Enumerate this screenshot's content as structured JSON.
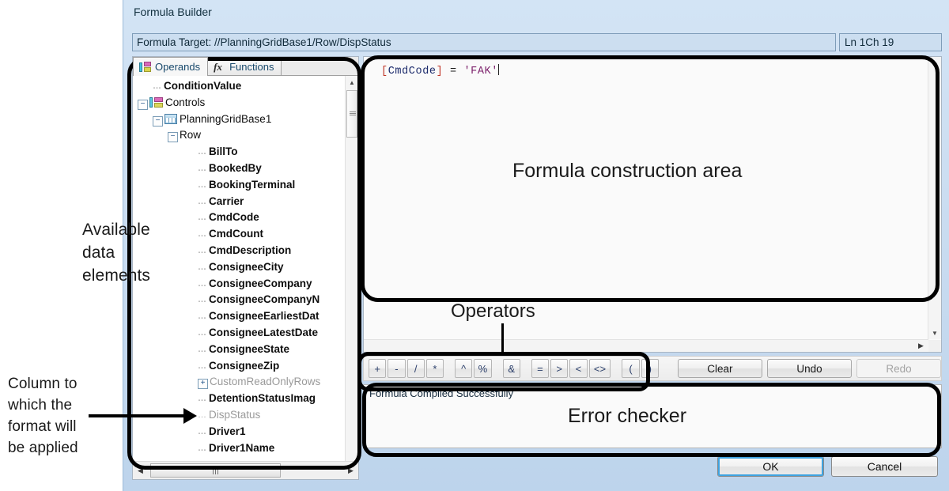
{
  "window": {
    "title": "Formula Builder",
    "target_label": "Formula Target: //PlanningGridBase1/Row/DispStatus",
    "ln_ch": "Ln 1Ch 19"
  },
  "tabs": [
    {
      "label": "Operands",
      "icon": "operands-icon",
      "active": true
    },
    {
      "label": "Functions",
      "icon": "fx-icon",
      "active": false
    }
  ],
  "tree": {
    "nodes": [
      {
        "label": "ConditionValue",
        "indent": 1,
        "style": "bold",
        "toggle": "none"
      },
      {
        "label": "Controls",
        "indent": 0,
        "style": "normal",
        "toggle": "minus",
        "icon": "controls-icon"
      },
      {
        "label": "PlanningGridBase1",
        "indent": 1,
        "style": "normal",
        "toggle": "minus",
        "icon": "grid-icon"
      },
      {
        "label": "Row",
        "indent": 2,
        "style": "normal",
        "toggle": "minus"
      },
      {
        "label": "BillTo",
        "indent": 4,
        "style": "bold",
        "toggle": "none"
      },
      {
        "label": "BookedBy",
        "indent": 4,
        "style": "bold",
        "toggle": "none"
      },
      {
        "label": "BookingTerminal",
        "indent": 4,
        "style": "bold",
        "toggle": "none"
      },
      {
        "label": "Carrier",
        "indent": 4,
        "style": "bold",
        "toggle": "none"
      },
      {
        "label": "CmdCode",
        "indent": 4,
        "style": "bold",
        "toggle": "none"
      },
      {
        "label": "CmdCount",
        "indent": 4,
        "style": "bold",
        "toggle": "none"
      },
      {
        "label": "CmdDescription",
        "indent": 4,
        "style": "bold",
        "toggle": "none"
      },
      {
        "label": "ConsigneeCity",
        "indent": 4,
        "style": "bold",
        "toggle": "none"
      },
      {
        "label": "ConsigneeCompany",
        "indent": 4,
        "style": "bold",
        "toggle": "none"
      },
      {
        "label": "ConsigneeCompanyN",
        "indent": 4,
        "style": "bold",
        "toggle": "none"
      },
      {
        "label": "ConsigneeEarliestDat",
        "indent": 4,
        "style": "bold",
        "toggle": "none"
      },
      {
        "label": "ConsigneeLatestDate",
        "indent": 4,
        "style": "bold",
        "toggle": "none"
      },
      {
        "label": "ConsigneeState",
        "indent": 4,
        "style": "bold",
        "toggle": "none"
      },
      {
        "label": "ConsigneeZip",
        "indent": 4,
        "style": "bold",
        "toggle": "none"
      },
      {
        "label": "CustomReadOnlyRows",
        "indent": 4,
        "style": "dim",
        "toggle": "plus"
      },
      {
        "label": "DetentionStatusImag",
        "indent": 4,
        "style": "bold",
        "toggle": "none"
      },
      {
        "label": "DispStatus",
        "indent": 4,
        "style": "dim",
        "toggle": "none"
      },
      {
        "label": "Driver1",
        "indent": 4,
        "style": "bold",
        "toggle": "none"
      },
      {
        "label": "Driver1Name",
        "indent": 4,
        "style": "bold",
        "toggle": "none"
      }
    ]
  },
  "editor": {
    "formula_tokens": [
      {
        "text": "[",
        "kind": "bracket"
      },
      {
        "text": "CmdCode",
        "kind": "field"
      },
      {
        "text": "]",
        "kind": "bracket"
      },
      {
        "text": " = ",
        "kind": "operator"
      },
      {
        "text": "'FAK'",
        "kind": "string"
      }
    ],
    "formula_plain": "[CmdCode] = 'FAK'"
  },
  "operators": {
    "buttons": [
      "+",
      "-",
      "/",
      "*",
      "^",
      "%",
      "&",
      "=",
      ">",
      "<",
      "<>",
      "(",
      ")"
    ]
  },
  "actions": {
    "clear": "Clear",
    "undo": "Undo",
    "redo": "Redo",
    "redo_disabled": true
  },
  "status": {
    "message": "Formula Compiled Successfully"
  },
  "dialog_buttons": {
    "ok": "OK",
    "cancel": "Cancel"
  },
  "annotations": {
    "available": "Available\ndata\nelements",
    "column": "Column to\nwhich the\nformat will\nbe applied",
    "formula_area": "Formula construction area",
    "operators": "Operators",
    "error_checker": "Error checker"
  },
  "colors": {
    "chrome": "#cbddf1",
    "accent_focus": "#3fa3e0",
    "bracket": "#c0392b",
    "field": "#1b2a6b",
    "string": "#7b1f6a",
    "annotation": "#000000"
  }
}
